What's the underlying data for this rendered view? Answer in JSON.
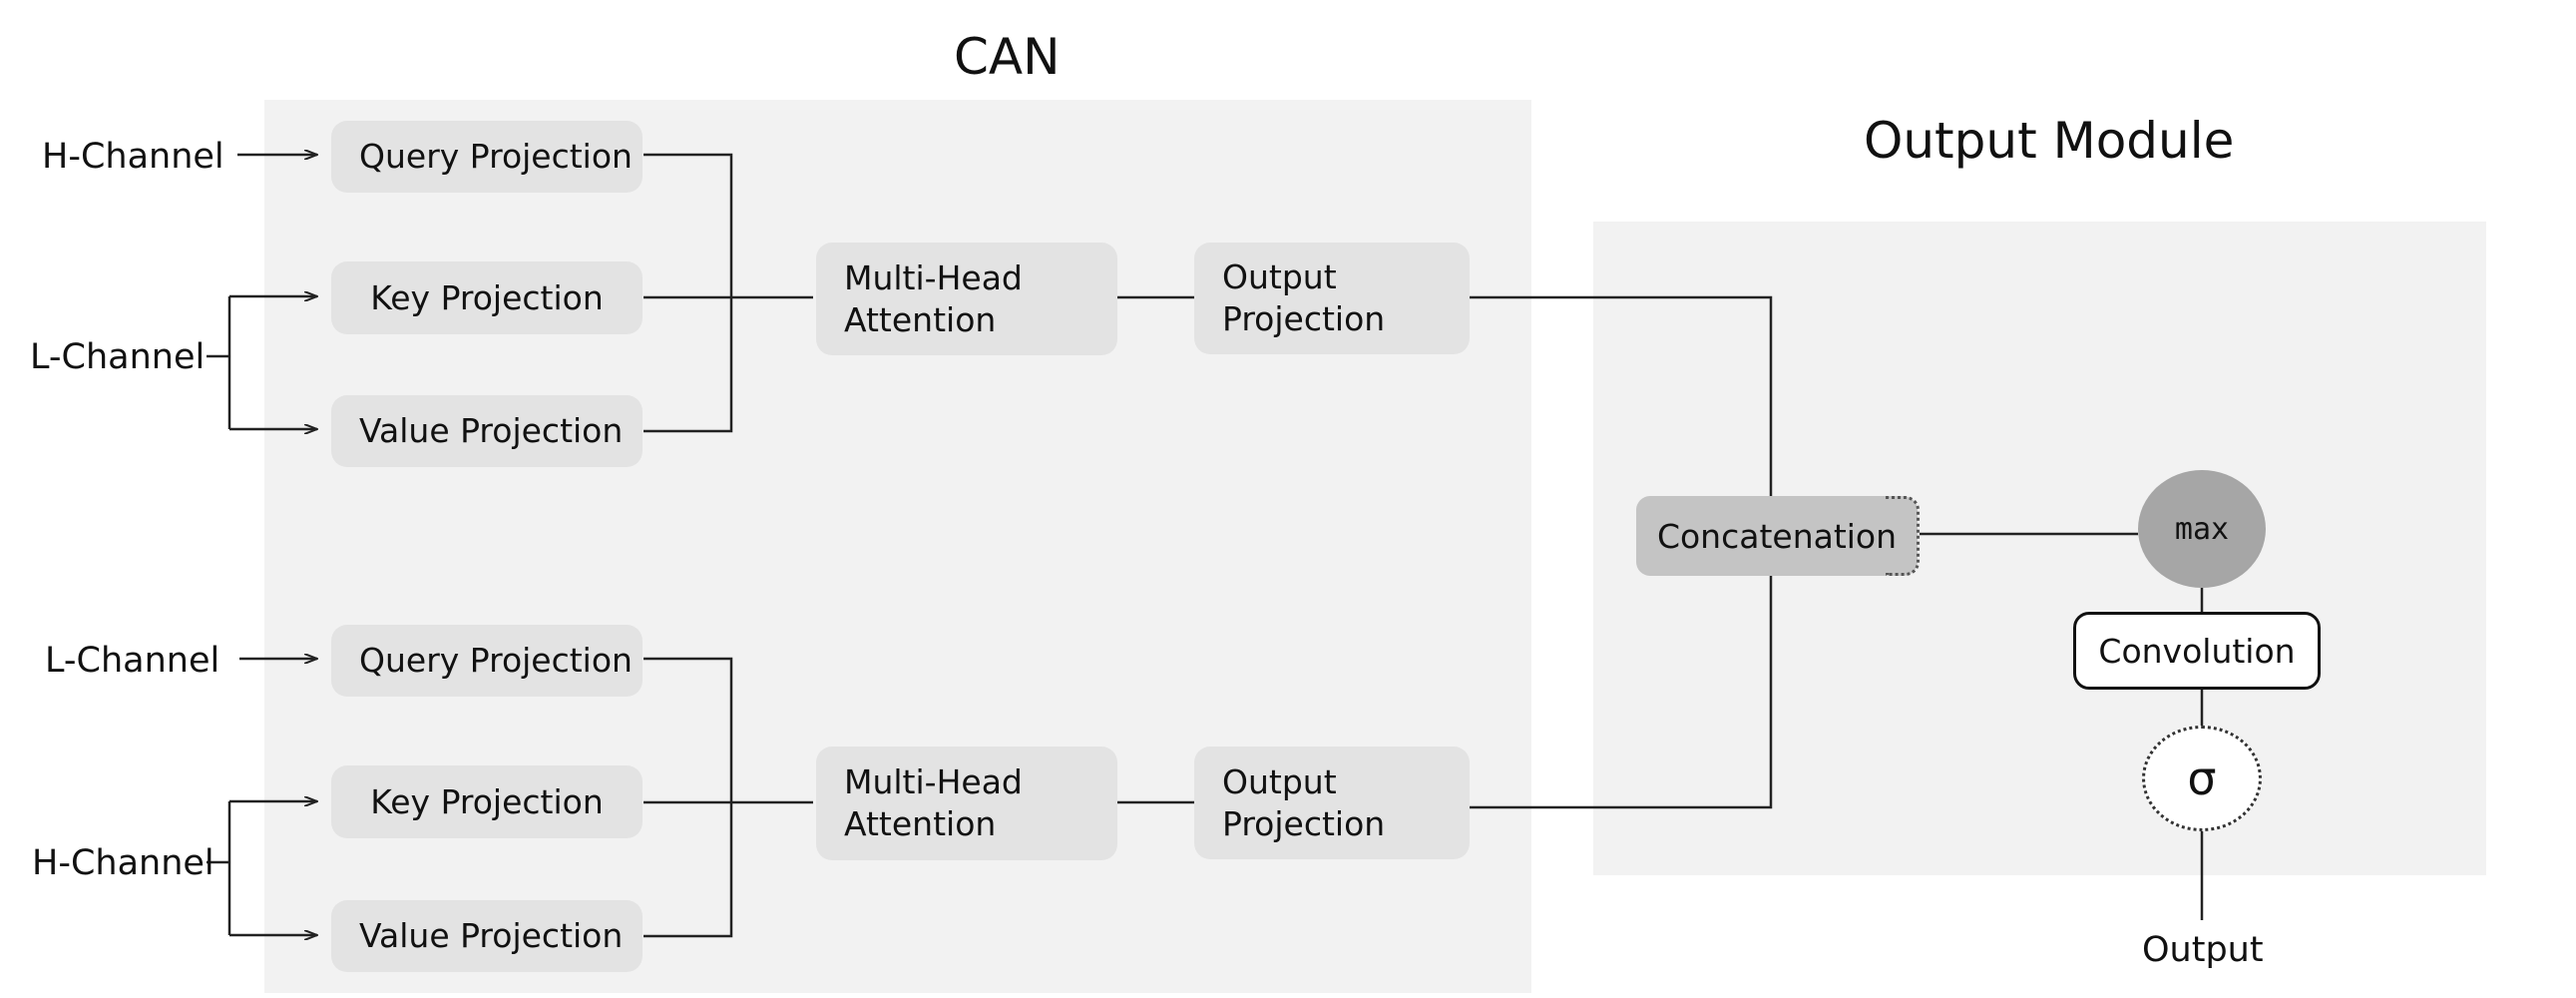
{
  "can": {
    "title": "CAN",
    "upper": {
      "input_top": "H-Channel",
      "input_bottom": "L-Channel",
      "query": "Query Projection",
      "key": "Key Projection",
      "value": "Value Projection",
      "mha_line1": "Multi-Head",
      "mha_line2": "Attention",
      "outproj_line1": "Output",
      "outproj_line2": "Projection"
    },
    "lower": {
      "input_top": "L-Channel",
      "input_bottom": "H-Channel",
      "query": "Query Projection",
      "key": "Key Projection",
      "value": "Value Projection",
      "mha_line1": "Multi-Head",
      "mha_line2": "Attention",
      "outproj_line1": "Output",
      "outproj_line2": "Projection"
    }
  },
  "output_module": {
    "title": "Output Module",
    "concat": "Concatenation",
    "max": "max",
    "conv": "Convolution",
    "sigma": "σ",
    "output": "Output"
  }
}
